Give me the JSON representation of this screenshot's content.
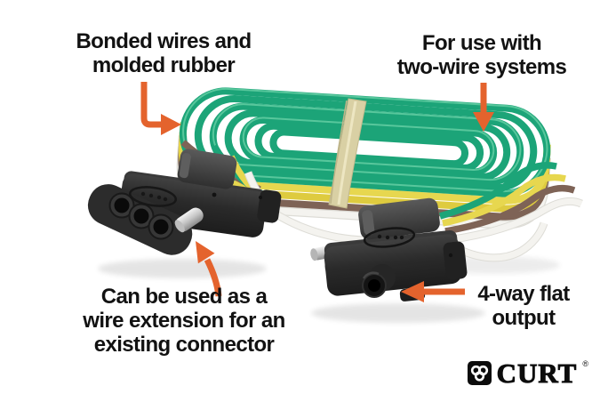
{
  "annotations": {
    "top_left": {
      "lines": [
        "Bonded wires and",
        "molded rubber"
      ]
    },
    "top_right": {
      "lines": [
        "For use with",
        "two-wire systems"
      ]
    },
    "bottom_left": {
      "lines": [
        "Can be used as a",
        "wire extension for an",
        "existing connector"
      ]
    },
    "bottom_right": {
      "lines": [
        "4-way flat",
        "output"
      ]
    }
  },
  "brand": {
    "name": "CURT",
    "mark": "®"
  },
  "colors": {
    "background": "#FFFFFF",
    "label_text": "#121212",
    "arrow": "#E4632D",
    "wire_green": "#1CA478",
    "wire_yellow": "#E7D74F",
    "wire_white": "#F4F3EF",
    "wire_brown": "#7E6356",
    "rubber_band": "#D9D0A4",
    "connector_plastic": "#262626",
    "pin_silver": "#C6C6C6"
  }
}
